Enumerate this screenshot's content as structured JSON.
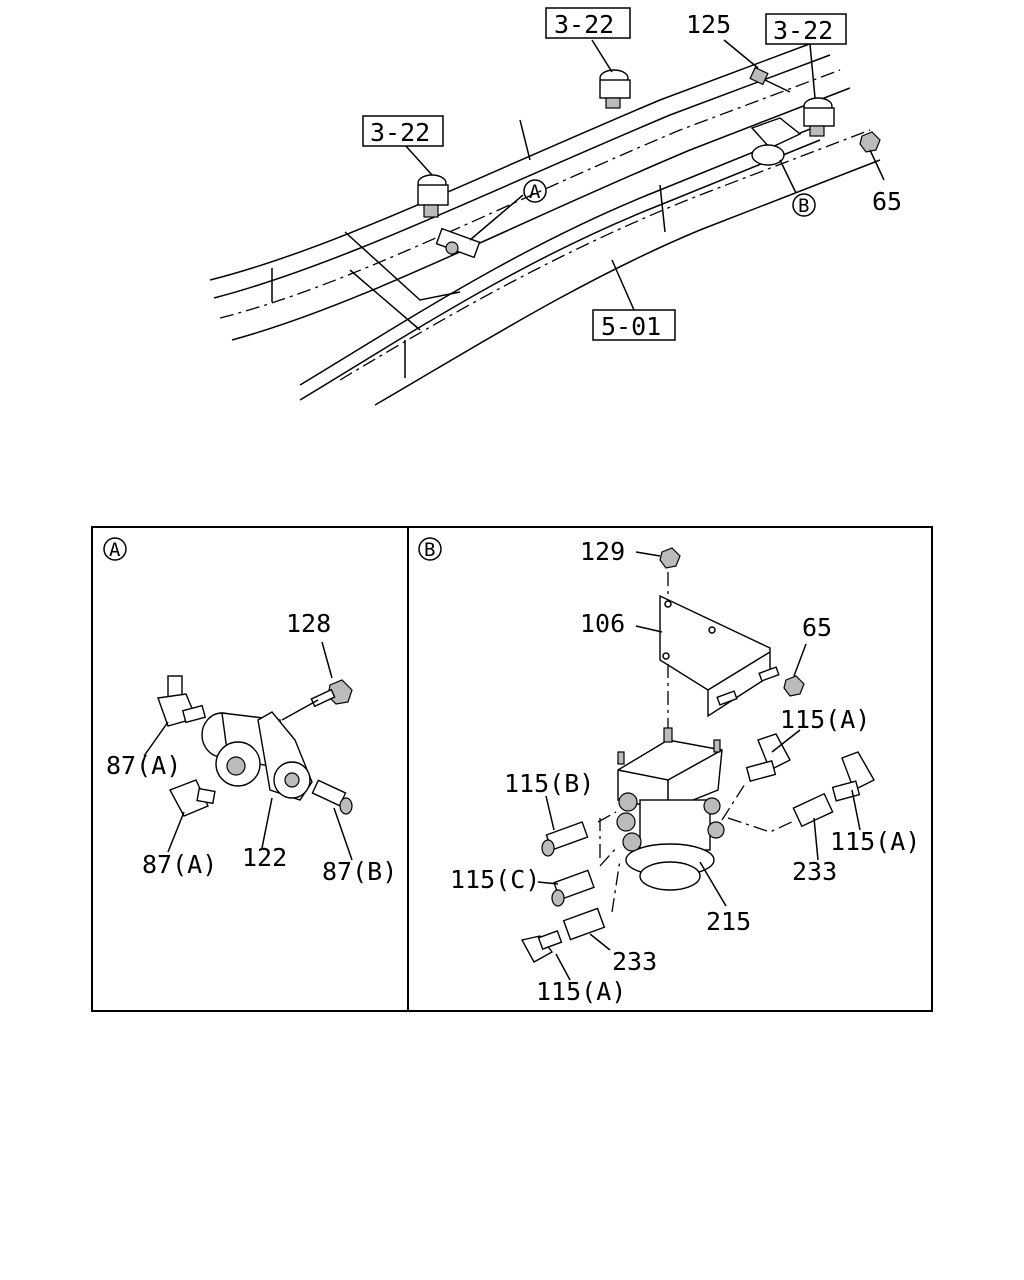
{
  "frame": {
    "labels": {
      "ref_3_22_a": "3-22",
      "ref_3_22_b": "3-22",
      "ref_3_22_c": "3-22",
      "ref_5_01": "5-01",
      "part_125": "125",
      "part_65": "65",
      "callout_a": "A",
      "callout_b": "B"
    }
  },
  "panel_a": {
    "tag": "A",
    "labels": {
      "part_128": "128",
      "part_87a_top": "87(A)",
      "part_87a_bottom": "87(A)",
      "part_122": "122",
      "part_87b": "87(B)"
    }
  },
  "panel_b": {
    "tag": "B",
    "labels": {
      "part_129": "129",
      "part_106": "106",
      "part_65": "65",
      "part_115a_top": "115(A)",
      "part_115b": "115(B)",
      "part_115a_right": "115(A)",
      "part_233_right": "233",
      "part_115c": "115(C)",
      "part_215": "215",
      "part_233_bottom": "233",
      "part_115a_bottom": "115(A)"
    }
  }
}
